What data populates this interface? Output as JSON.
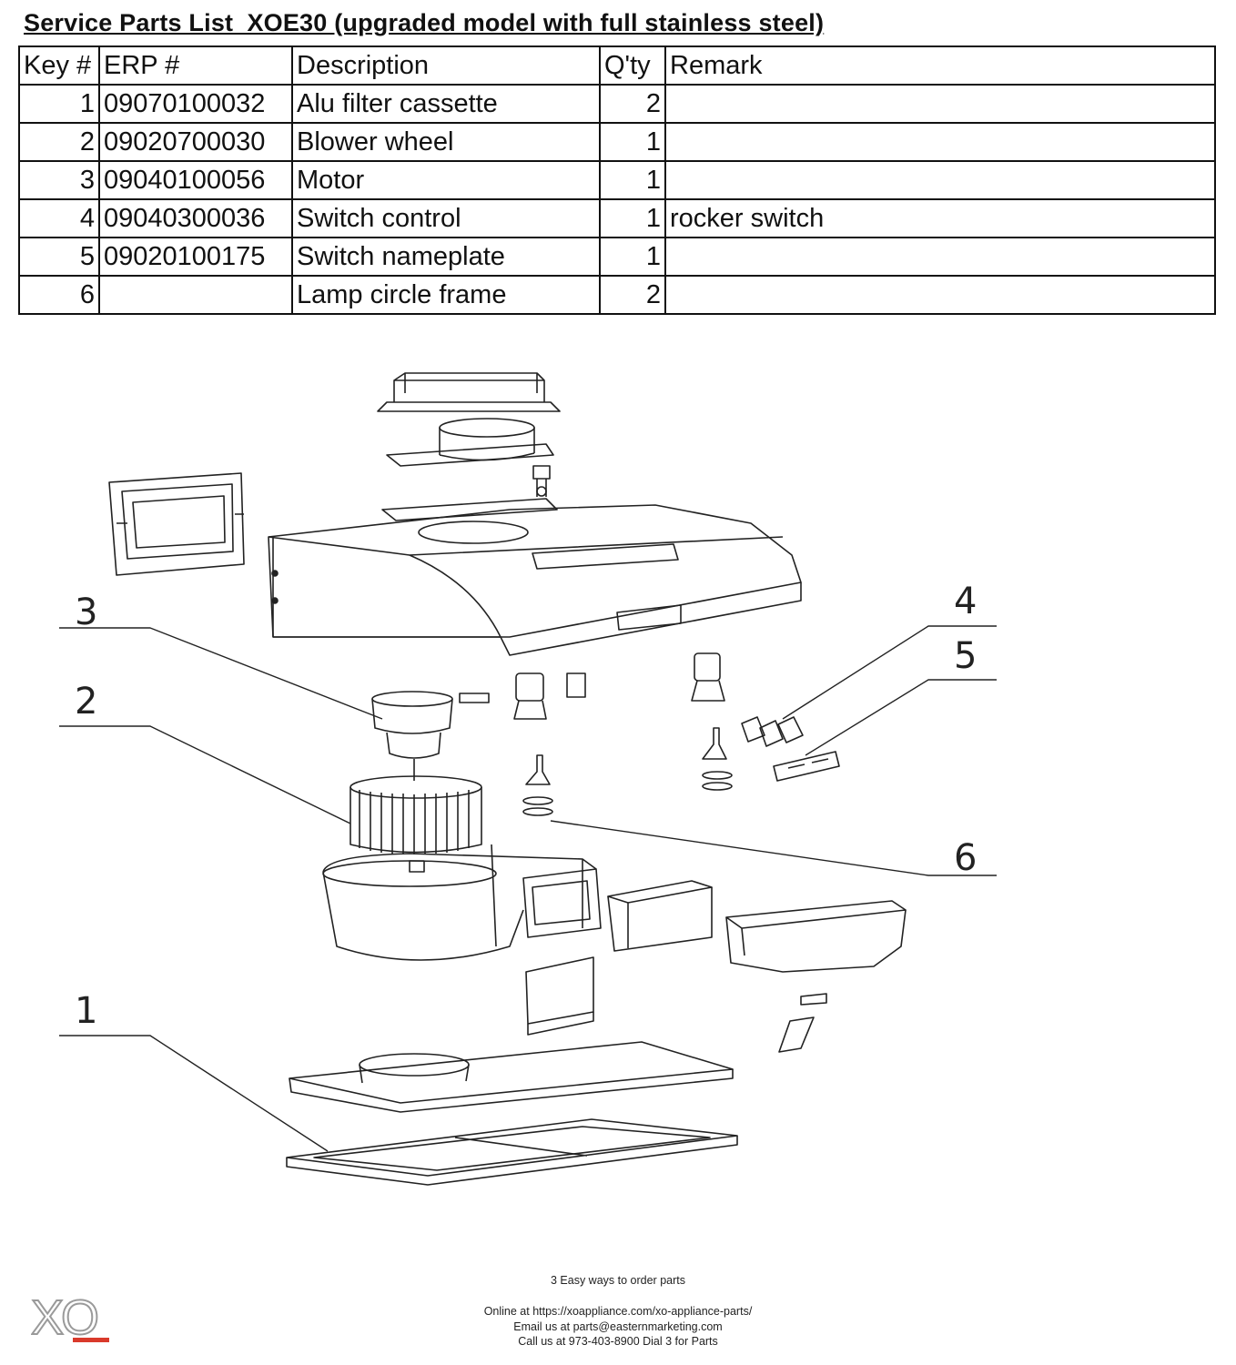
{
  "title": "Service Parts List_XOE30 (upgraded model with full stainless steel)",
  "table": {
    "headers": [
      "Key #",
      "ERP #",
      "Description",
      "Q'ty",
      "Remark"
    ],
    "rows": [
      {
        "key": "1",
        "erp": "09070100032",
        "description": "Alu filter cassette",
        "qty": "2",
        "remark": ""
      },
      {
        "key": "2",
        "erp": "09020700030",
        "description": "Blower wheel",
        "qty": "1",
        "remark": ""
      },
      {
        "key": "3",
        "erp": "09040100056",
        "description": "Motor",
        "qty": "1",
        "remark": ""
      },
      {
        "key": "4",
        "erp": "09040300036",
        "description": "Switch control",
        "qty": "1",
        "remark": "rocker switch"
      },
      {
        "key": "5",
        "erp": "09020100175",
        "description": "Switch nameplate",
        "qty": "1",
        "remark": ""
      },
      {
        "key": "6",
        "erp": "",
        "description": "Lamp circle frame",
        "qty": "2",
        "remark": ""
      }
    ]
  },
  "diagram": {
    "callouts": [
      "3",
      "2",
      "1",
      "4",
      "5",
      "6"
    ]
  },
  "footer": {
    "heading": "3 Easy ways to order parts",
    "online": "Online at https://xoappliance.com/xo-appliance-parts/",
    "email": "Email us at parts@easternmarketing.com",
    "phone": "Call us at 973-403-8900 Dial 3 for Parts"
  },
  "logo": {
    "text": "XO",
    "accent_color": "#d93a2b"
  }
}
